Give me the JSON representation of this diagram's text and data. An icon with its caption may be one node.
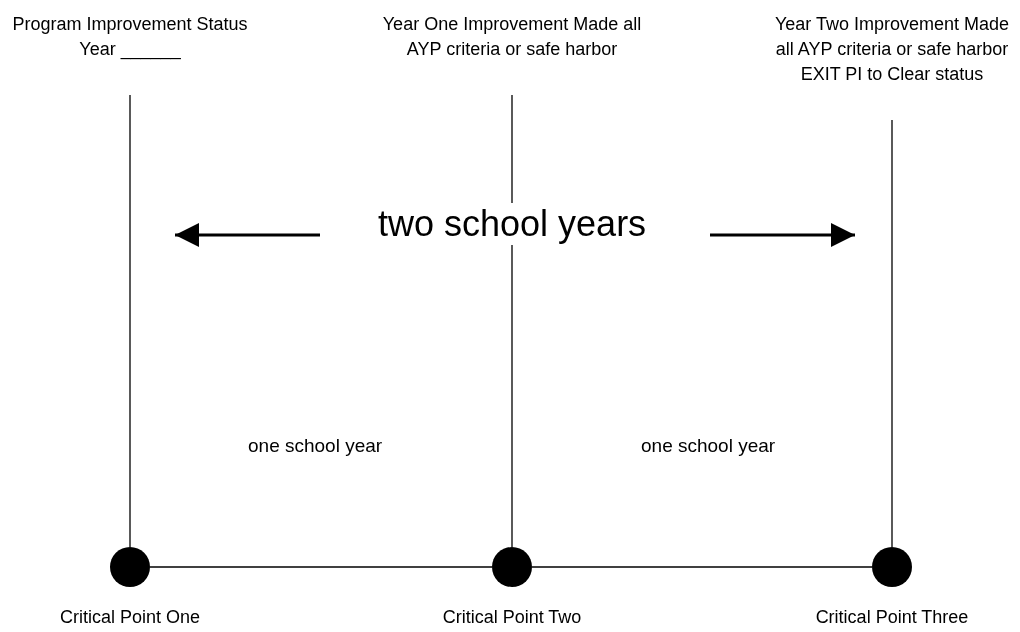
{
  "diagram": {
    "nodes": [
      {
        "text": [
          "Program Improvement Status Year ______"
        ]
      },
      {
        "text": [
          "Year One Improvement Made all AYP criteria or safe harbor"
        ]
      },
      {
        "text": [
          "Year Two Improvement Made all AYP criteria or safe harbor EXIT PI to Clear status"
        ]
      },
      {
        "text": [],
        "shape": "circle",
        "beside": [
          "Critical Point One"
        ]
      },
      {
        "text": [],
        "shape": "circle",
        "beside": [
          "Critical Point Two"
        ]
      },
      {
        "text": [],
        "shape": "circle",
        "beside": [
          "Critical Point Three"
        ]
      }
    ],
    "edges": [
      {
        "from": 0,
        "to": 3,
        "arrow": "none"
      },
      {
        "from": 1,
        "to": 4,
        "arrow": "none"
      },
      {
        "from": 2,
        "to": 5,
        "arrow": "none"
      },
      {
        "from": 3,
        "to": 4,
        "arrow": "none"
      },
      {
        "from": 4,
        "to": 5,
        "arrow": "none"
      }
    ],
    "labels": [
      "two school years",
      "one school year",
      "one school year"
    ]
  }
}
